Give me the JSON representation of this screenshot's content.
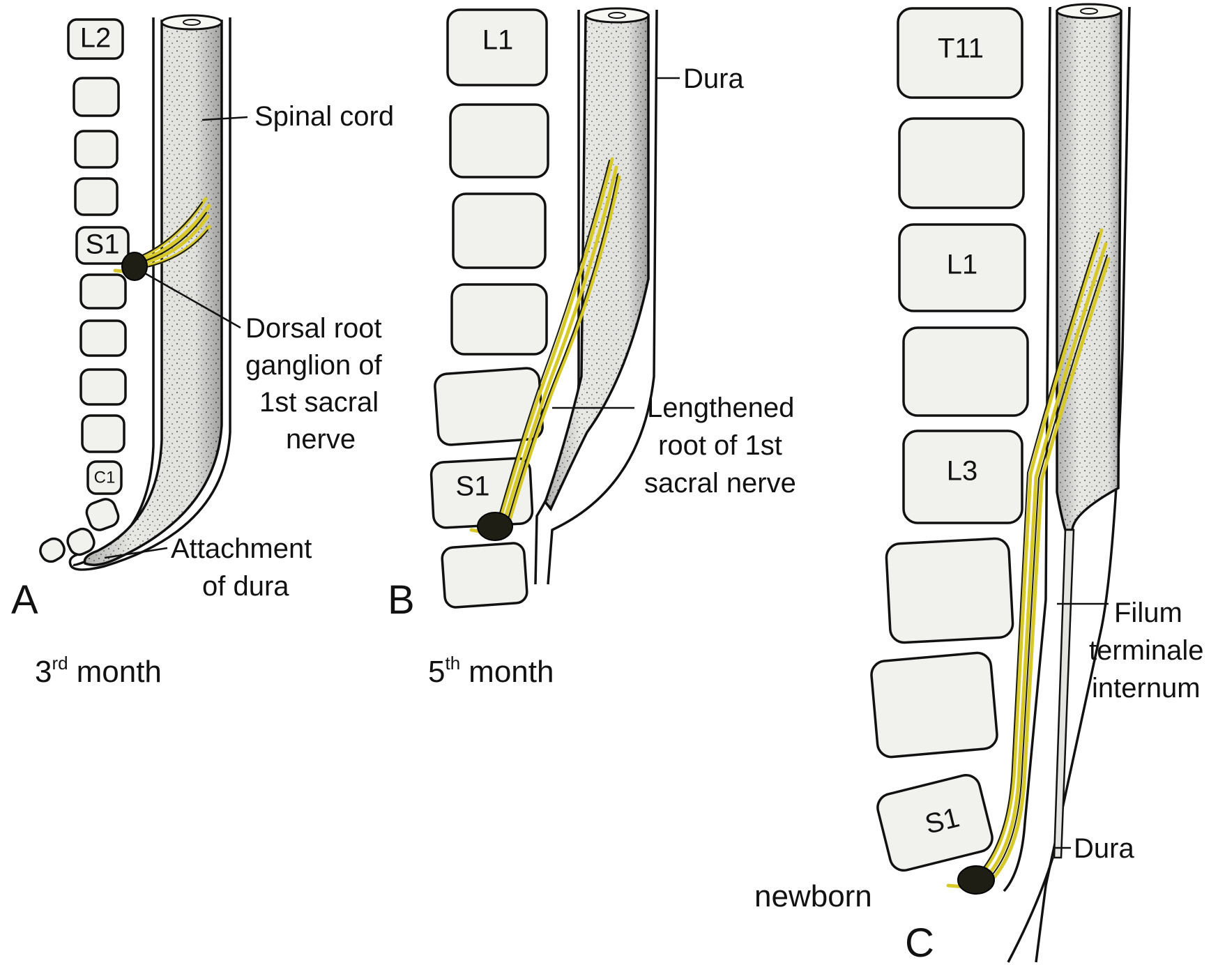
{
  "panels": [
    {
      "letter": "A",
      "stage_number": "3",
      "stage_suffix": "rd",
      "stage_word": "month",
      "vertebrae": [
        "L2",
        "S1",
        "C1"
      ],
      "labels": {
        "spinal_cord": "Spinal cord",
        "drg_line1": "Dorsal root",
        "drg_line2": "ganglion of",
        "drg_line3": "1st sacral",
        "drg_line4": "nerve",
        "attach_line1": "Attachment",
        "attach_line2": "of dura"
      }
    },
    {
      "letter": "B",
      "stage_number": "5",
      "stage_suffix": "th",
      "stage_word": "month",
      "vertebrae": [
        "L1",
        "S1"
      ],
      "labels": {
        "dura": "Dura",
        "root_line1": "Lengthened",
        "root_line2": "root of 1st",
        "root_line3": "sacral nerve"
      }
    },
    {
      "letter": "C",
      "stage": "newborn",
      "vertebrae": [
        "T11",
        "L1",
        "L3",
        "S1"
      ],
      "labels": {
        "filum_line1": "Filum",
        "filum_line2": "terminale",
        "filum_line3": "internum",
        "dura": "Dura"
      }
    }
  ],
  "colors": {
    "nerve": "#d8c92a",
    "vertebra_fill": "#f1f1ee",
    "outline": "#111111"
  }
}
